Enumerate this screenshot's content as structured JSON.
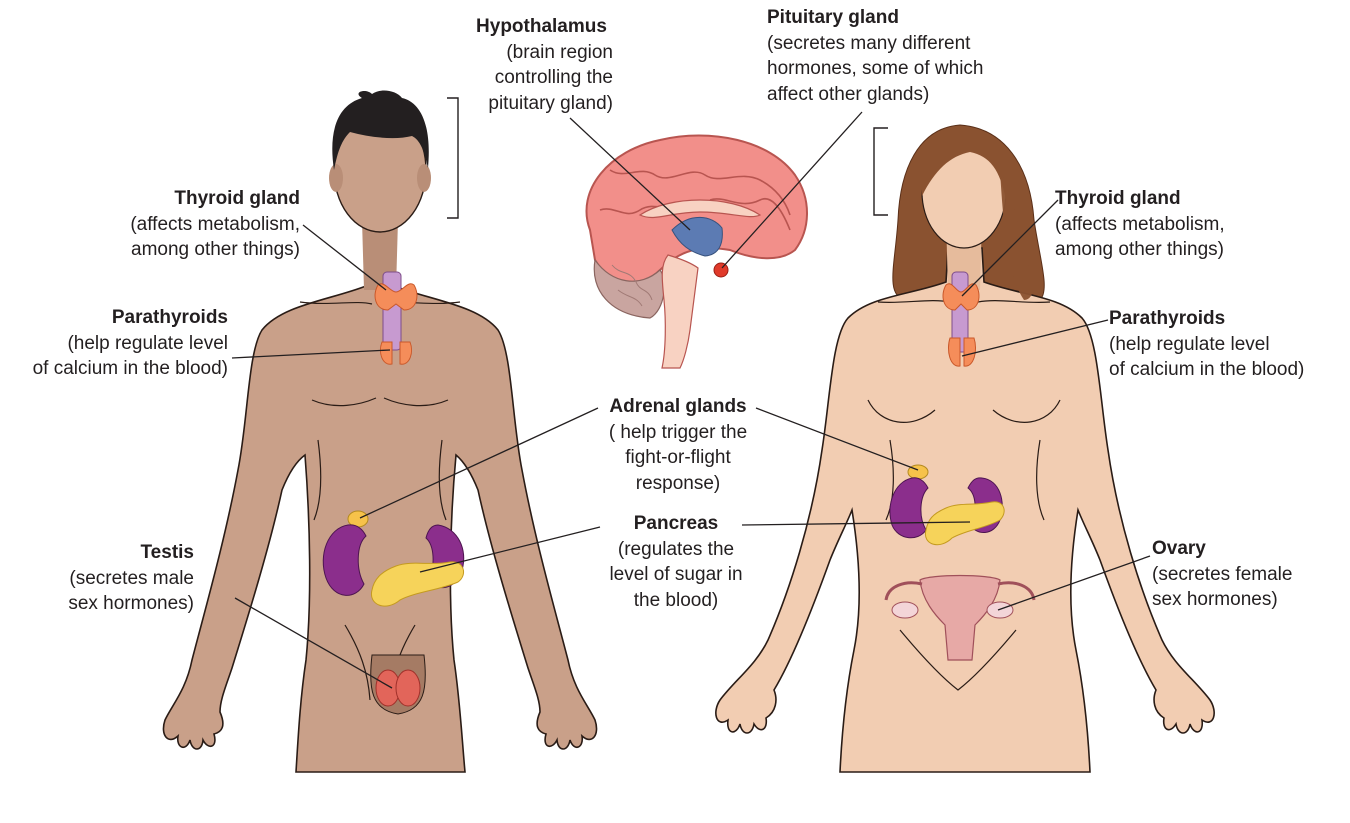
{
  "labels": {
    "hypothalamus": {
      "title": "Hypothalamus",
      "desc": [
        "(brain region",
        "controlling the",
        "pituitary gland)"
      ]
    },
    "pituitary": {
      "title": "Pituitary gland",
      "desc": [
        "(secretes many different",
        "hormones, some of which",
        "affect other glands)"
      ]
    },
    "thyroid_male": {
      "title": "Thyroid gland",
      "desc": [
        "(affects metabolism,",
        "among other things)"
      ]
    },
    "thyroid_female": {
      "title": "Thyroid gland",
      "desc": [
        "(affects metabolism,",
        "among other things)"
      ]
    },
    "parathyroids_male": {
      "title": "Parathyroids",
      "desc": [
        "(help regulate level",
        "of calcium in the blood)"
      ]
    },
    "parathyroids_female": {
      "title": "Parathyroids",
      "desc": [
        "(help regulate level",
        "of calcium in the blood)"
      ]
    },
    "adrenal": {
      "title": "Adrenal glands",
      "desc": [
        "( help trigger the",
        "fight-or-flight",
        "response)"
      ]
    },
    "pancreas": {
      "title": "Pancreas",
      "desc": [
        "(regulates the",
        "level of sugar in",
        "the blood)"
      ]
    },
    "testis": {
      "title": "Testis",
      "desc": [
        "(secretes male",
        "sex hormones)"
      ]
    },
    "ovary": {
      "title": "Ovary",
      "desc": [
        "(secretes female",
        "sex hormones)"
      ]
    }
  },
  "colors": {
    "male_skin": "#c9a089",
    "female_skin": "#f2cdb2",
    "male_hair": "#231f20",
    "female_hair": "#8a5230",
    "kidney": "#8b2e8c",
    "pancreas": "#f6d35a",
    "thyroid": "#f58d5a",
    "trachea": "#c79ad0",
    "brain": "#f28f8a",
    "hypothalamus": "#5c7bb3",
    "pituitary": "#e03a2a"
  }
}
